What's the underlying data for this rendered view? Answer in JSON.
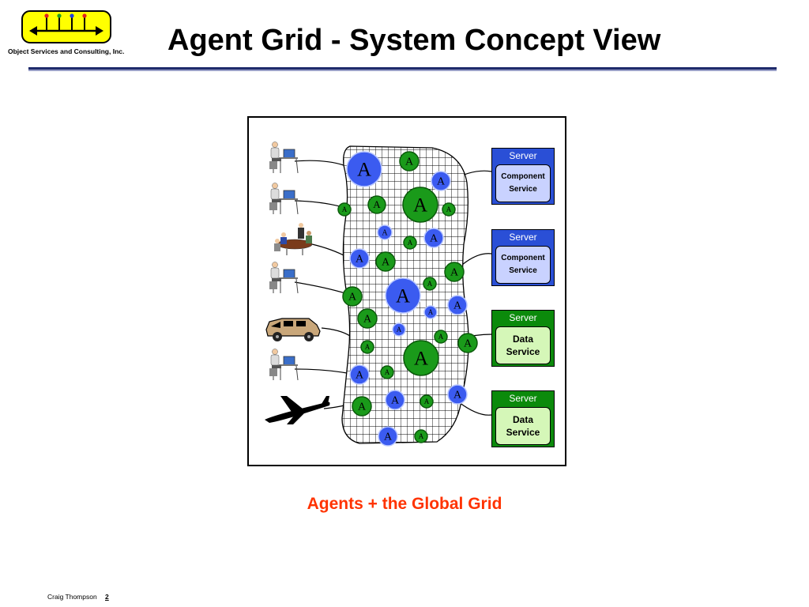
{
  "header": {
    "title": "Agent Grid - System Concept View",
    "company": "Object Services and Consulting, Inc."
  },
  "diagram": {
    "agent_letter": "A",
    "servers": [
      {
        "label": "Server",
        "service_line1": "Component",
        "service_line2": "Service",
        "color": "#2a4fd6"
      },
      {
        "label": "Server",
        "service_line1": "Component",
        "service_line2": "Service",
        "color": "#2a4fd6"
      },
      {
        "label": "Server",
        "service_line1": "Data",
        "service_line2": "Service",
        "color": "#0b8a0b"
      },
      {
        "label": "Server",
        "service_line1": "Data",
        "service_line2": "Service",
        "color": "#0b8a0b"
      }
    ],
    "agent_colors": {
      "blue": "#3b5bf0",
      "green": "#1a9a1a"
    },
    "clients": [
      "person-at-computer-icon",
      "person-at-computer-icon",
      "meeting-group-icon",
      "person-at-computer-icon",
      "vehicle-icon",
      "person-at-computer-icon",
      "airplane-icon"
    ]
  },
  "caption": "Agents + the Global Grid",
  "footer": {
    "author": "Craig Thompson",
    "page_number": "2"
  }
}
